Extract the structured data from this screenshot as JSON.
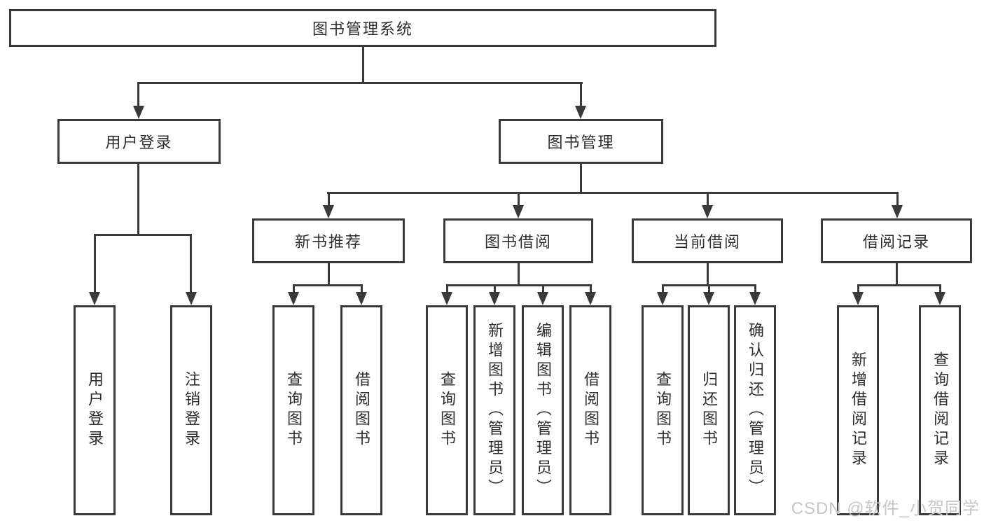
{
  "title": "图书管理系统",
  "colors": {
    "line": "#3a3a3a",
    "text": "#2e2e2e",
    "background": "#ffffff",
    "watermark": "#c6c6c6"
  },
  "tree": {
    "root": {
      "label": "图书管理系统"
    },
    "branches": [
      {
        "label": "用户登录",
        "children": [
          "用户登录",
          "注销登录"
        ]
      },
      {
        "label": "图书管理",
        "children": [
          {
            "label": "新书推荐",
            "children": [
              "查询图书",
              "借阅图书"
            ]
          },
          {
            "label": "图书借阅",
            "children": [
              "查询图书",
              "新增图书（管理员）",
              "编辑图书（管理员）",
              "借阅图书"
            ]
          },
          {
            "label": "当前借阅",
            "children": [
              "查询图书",
              "归还图书",
              "确认归还（管理员）"
            ]
          },
          {
            "label": "借阅记录",
            "children": [
              "新增借阅记录",
              "查询借阅记录"
            ]
          }
        ]
      }
    ]
  },
  "watermark": "CSDN @软件_小贺同学"
}
